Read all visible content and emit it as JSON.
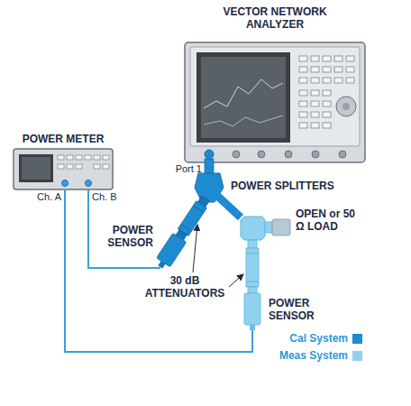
{
  "diagram": {
    "nodes": [
      {
        "text": [
          "VECTOR NETWORK ANALYZER"
        ]
      },
      {
        "text": [
          "POWER METER"
        ]
      },
      {
        "text": [
          "POWER SENSOR"
        ]
      },
      {
        "text": [
          "POWER SENSOR"
        ]
      }
    ],
    "edges": [
      {
        "from": 1,
        "to": 3,
        "arrow": "none"
      },
      {
        "from": 1,
        "to": 2,
        "arrow": "none"
      }
    ],
    "labels": [
      "Ch. A",
      "Ch. B",
      "Port 1",
      "POWER SPLITTERS",
      "OPEN or 50 Ω LOAD",
      "30 dB ATTENUATORS"
    ],
    "legend": [
      {
        "text": "Cal System",
        "color": "#1e8bd0"
      },
      {
        "text": "Meas System",
        "color": "#8fd1ef"
      }
    ]
  }
}
